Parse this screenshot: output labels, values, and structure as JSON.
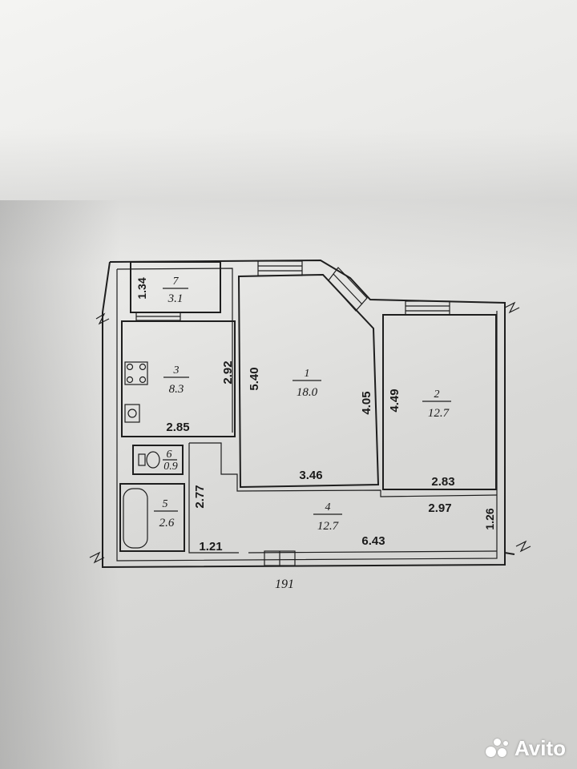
{
  "plan": {
    "scale_label": "191",
    "rooms": [
      {
        "id": "1",
        "number": "1",
        "area": "18.0"
      },
      {
        "id": "2",
        "number": "2",
        "area": "12.7"
      },
      {
        "id": "3",
        "number": "3",
        "area": "8.3"
      },
      {
        "id": "4",
        "number": "4",
        "area": "12.7"
      },
      {
        "id": "5",
        "number": "5",
        "area": "2.6"
      },
      {
        "id": "6",
        "number": "6",
        "area": "0.9"
      },
      {
        "id": "7",
        "number": "7",
        "area": "3.1"
      }
    ],
    "dimensions": {
      "r7_height": "1.34",
      "r3_height": "2.92",
      "r3_width": "2.85",
      "r1_left_height": "5.40",
      "r1_right_height": "4.05",
      "r1_width": "3.46",
      "r2_height": "4.49",
      "r2_width": "2.83",
      "hall_height": "2.77",
      "hall_width_small": "1.21",
      "hall_length": "6.43",
      "hall_right_width": "2.97",
      "hall_right_height": "1.26"
    }
  },
  "watermark": {
    "brand": "Avito"
  }
}
